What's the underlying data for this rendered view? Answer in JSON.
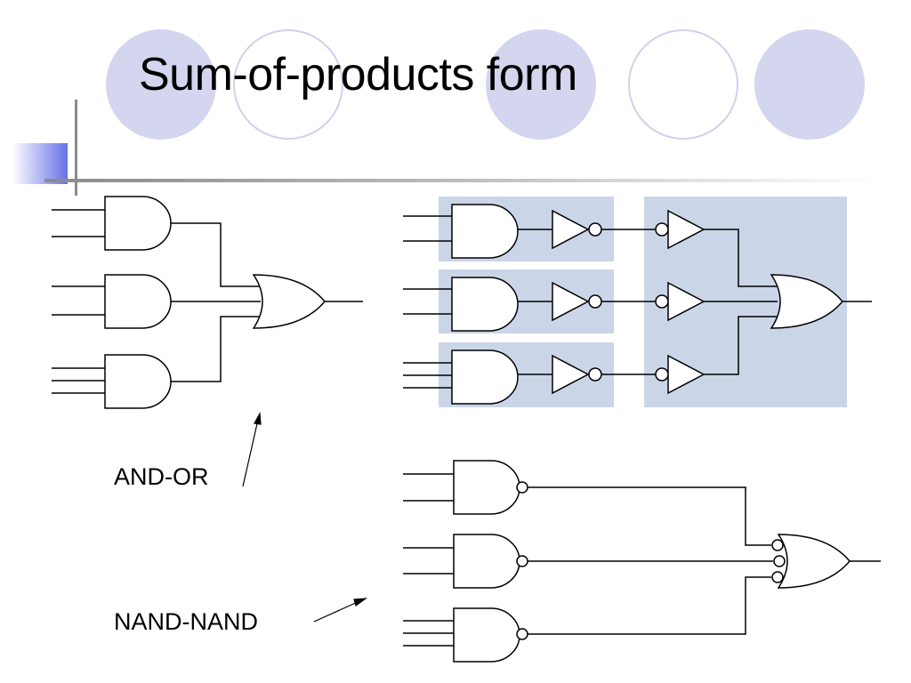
{
  "slide": {
    "title": "Sum-of-products form"
  },
  "labels": {
    "and_or": "AND-OR",
    "nand_nand": "NAND-NAND"
  },
  "colors": {
    "circle_fill": "#d4d5ee",
    "circle_ring": "#d0d1ec",
    "highlight_box": "#cbd5e8",
    "accent_square": "#6670e8"
  }
}
